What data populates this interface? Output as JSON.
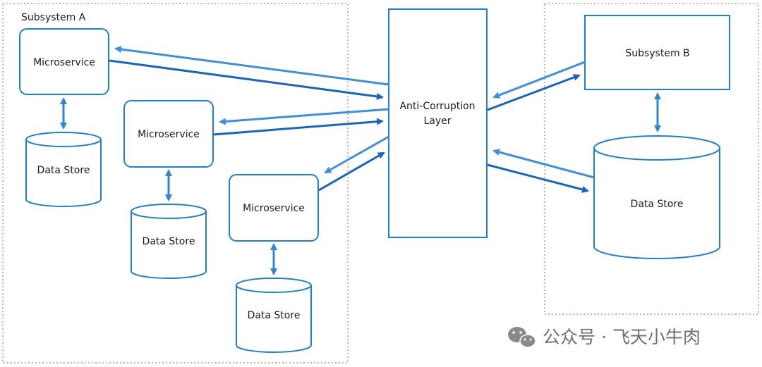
{
  "subsystem_a": {
    "title": "Subsystem A"
  },
  "microservices": [
    {
      "label": "Microservice"
    },
    {
      "label": "Microservice"
    },
    {
      "label": "Microservice"
    }
  ],
  "data_stores_a": [
    {
      "label": "Data Store"
    },
    {
      "label": "Data Store"
    },
    {
      "label": "Data Store"
    }
  ],
  "acl": {
    "line1": "Anti-Corruption",
    "line2": "Layer"
  },
  "subsystem_b": {
    "title": "Subsystem B",
    "data_store": "Data Store"
  },
  "watermark": {
    "text": "公众号 · 飞天小牛肉"
  },
  "colors": {
    "accent": "#1e7fd6",
    "arrow_dark": "#1566c2",
    "arrow_light": "#3a8fe0",
    "boundary": "#8c8c8c"
  }
}
